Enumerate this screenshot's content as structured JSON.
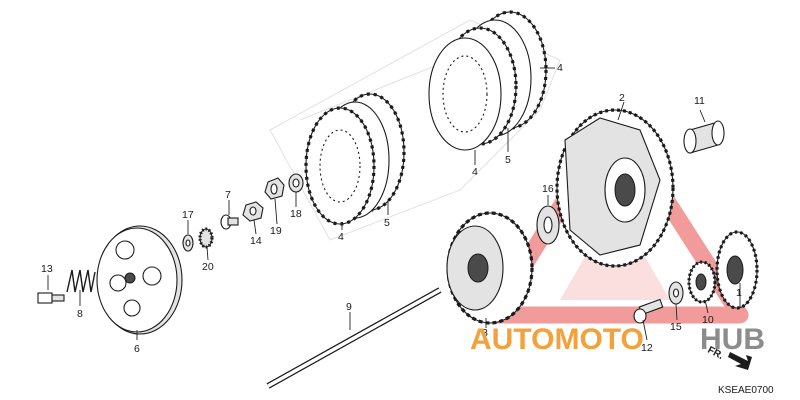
{
  "diagram": {
    "code": "KSEAE0700",
    "direction_label": "FR.",
    "part_labels": {
      "p1": "1",
      "p2": "2",
      "p3": "3",
      "p4a": "4",
      "p4b": "4",
      "p4c": "4",
      "p5a": "5",
      "p5b": "5",
      "p6": "6",
      "p7": "7",
      "p8": "8",
      "p9": "9",
      "p10": "10",
      "p11": "11",
      "p12": "12",
      "p13": "13",
      "p14": "14",
      "p15": "15",
      "p16": "16",
      "p17": "17",
      "p18": "18",
      "p19": "19",
      "p20": "20"
    }
  },
  "watermark": {
    "text_part1": "AUTOMOTO",
    "text_part2": "HUB",
    "color_orange": "#f3a13a",
    "color_red": "#e84a4a",
    "color_gray": "#8c8c8c"
  },
  "icons": [
    "direction-arrow-icon",
    "watermark-triangle-logo"
  ]
}
